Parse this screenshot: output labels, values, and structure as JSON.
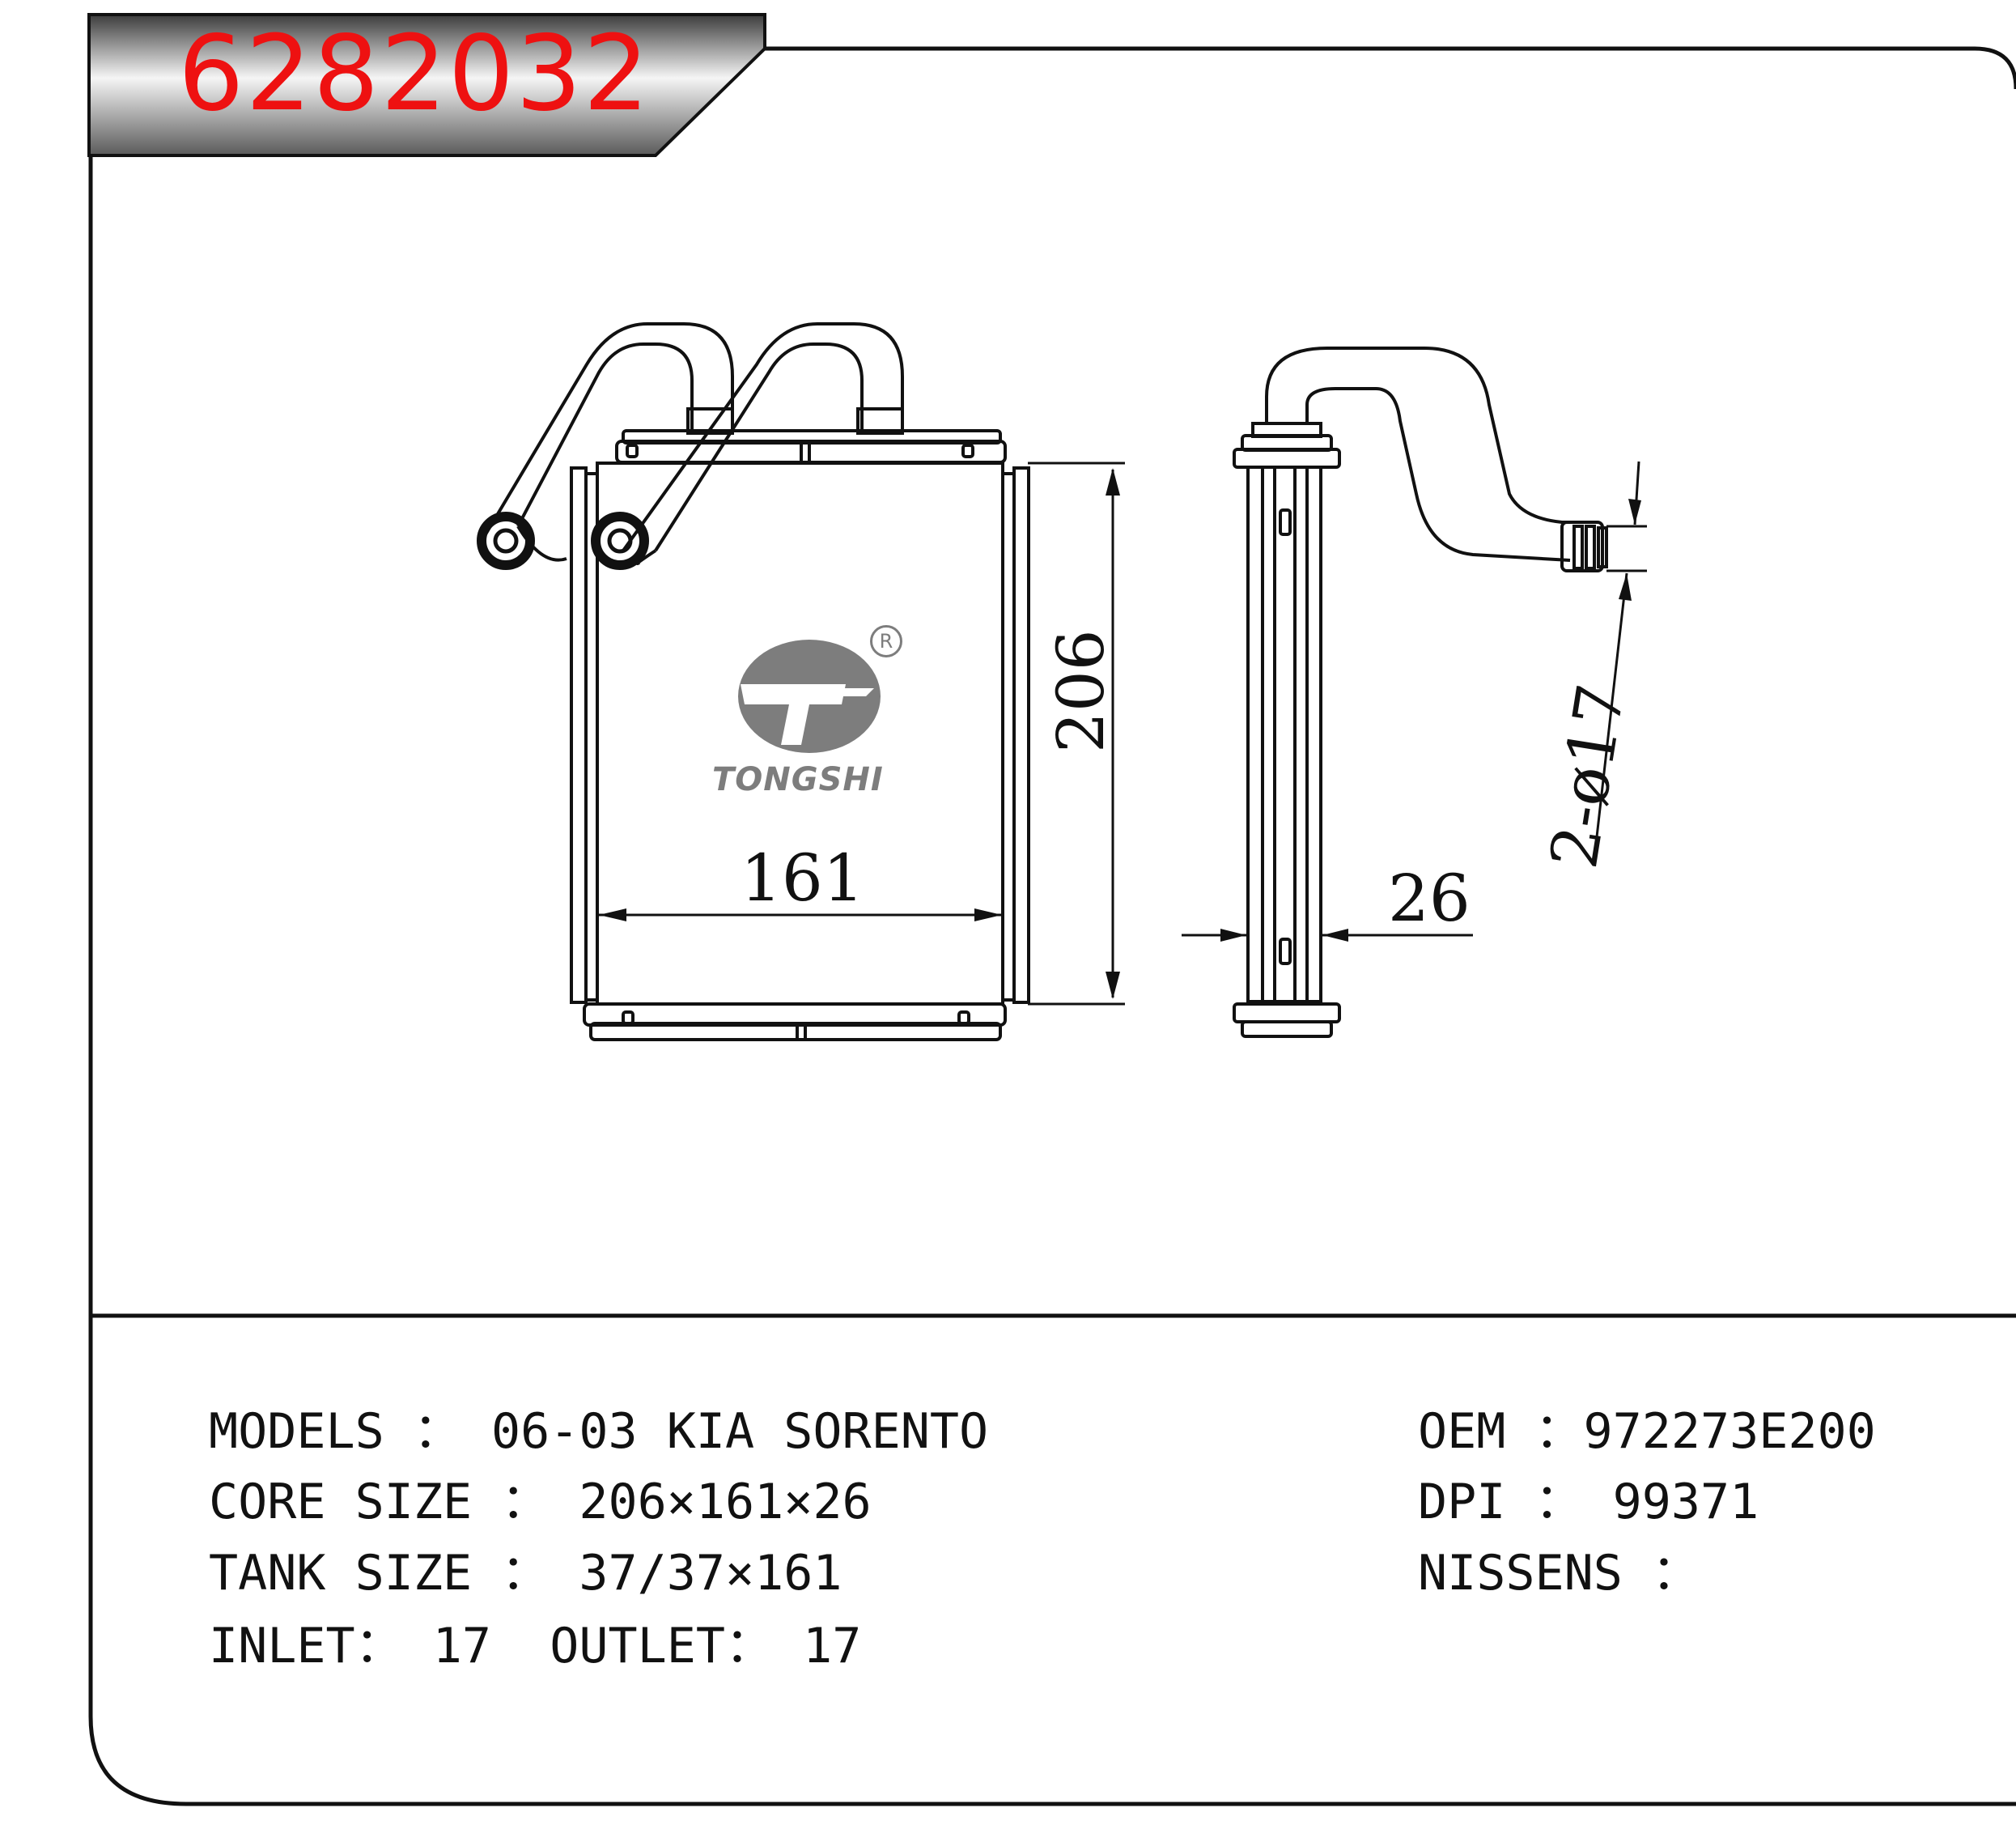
{
  "header": {
    "part_number": "6282032"
  },
  "drawing": {
    "dimensions": {
      "height": "206",
      "width": "161",
      "depth": "26",
      "pipes": "2-ø17"
    },
    "logo": {
      "name": "TONGSHI",
      "registered_mark": "R",
      "color": "#7d7d7d"
    }
  },
  "specs": {
    "models": "MODELS ： 06-03 KIA SORENTO",
    "core_size": "CORE SIZE ： 206×161×26",
    "tank_size": "TANK SIZE ： 37/37×161",
    "inlet_outlet": "INLET： 17  OUTLET： 17",
    "oem": "OEM ：972273E200",
    "dpi": "DPI ： 99371",
    "nissens": "NISSENS ："
  },
  "colors": {
    "title": "#ee1111",
    "line": "#111111",
    "tab_dark": "#4a4a4a",
    "tab_light": "#f4f4f4"
  }
}
